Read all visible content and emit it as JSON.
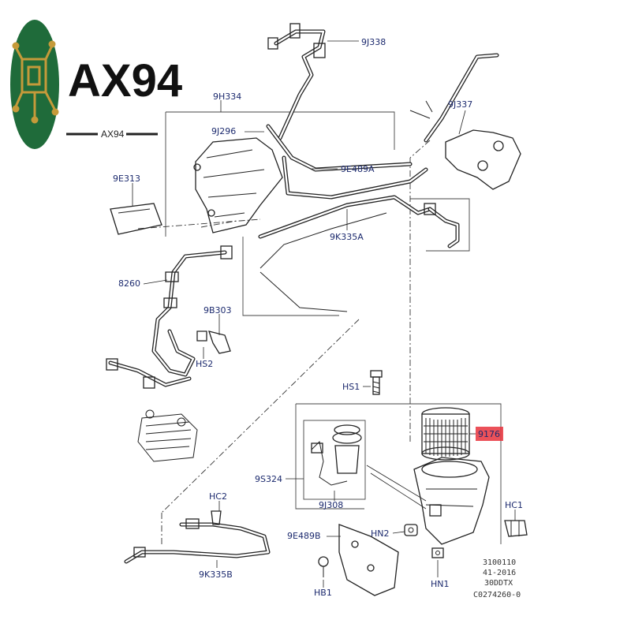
{
  "brand": {
    "logo_text": "AX94",
    "sub_text": "AX94",
    "logo_colors": {
      "circle": "#1f6b3a",
      "ring": "#c59a3a"
    }
  },
  "labels": {
    "9J338": "9J338",
    "9H334": "9H334",
    "9J337": "9J337",
    "9J296": "9J296",
    "9E489A": "9E489A",
    "9E313": "9E313",
    "9K335A": "9K335A",
    "8260": "8260",
    "9B303": "9B303",
    "HS2": "HS2",
    "HS1": "HS1",
    "9176": "9176",
    "9S324": "9S324",
    "9J308": "9J308",
    "HC2": "HC2",
    "HC1": "HC1",
    "9E489B": "9E489B",
    "HN2": "HN2",
    "HN1": "HN1",
    "HB1": "HB1",
    "9K335B": "9K335B"
  },
  "highlight_color": "#e8323c",
  "reference": {
    "line1": "3100110",
    "line2": "41-2016",
    "line3": "30DDTX",
    "line4": "C0274260-0"
  }
}
